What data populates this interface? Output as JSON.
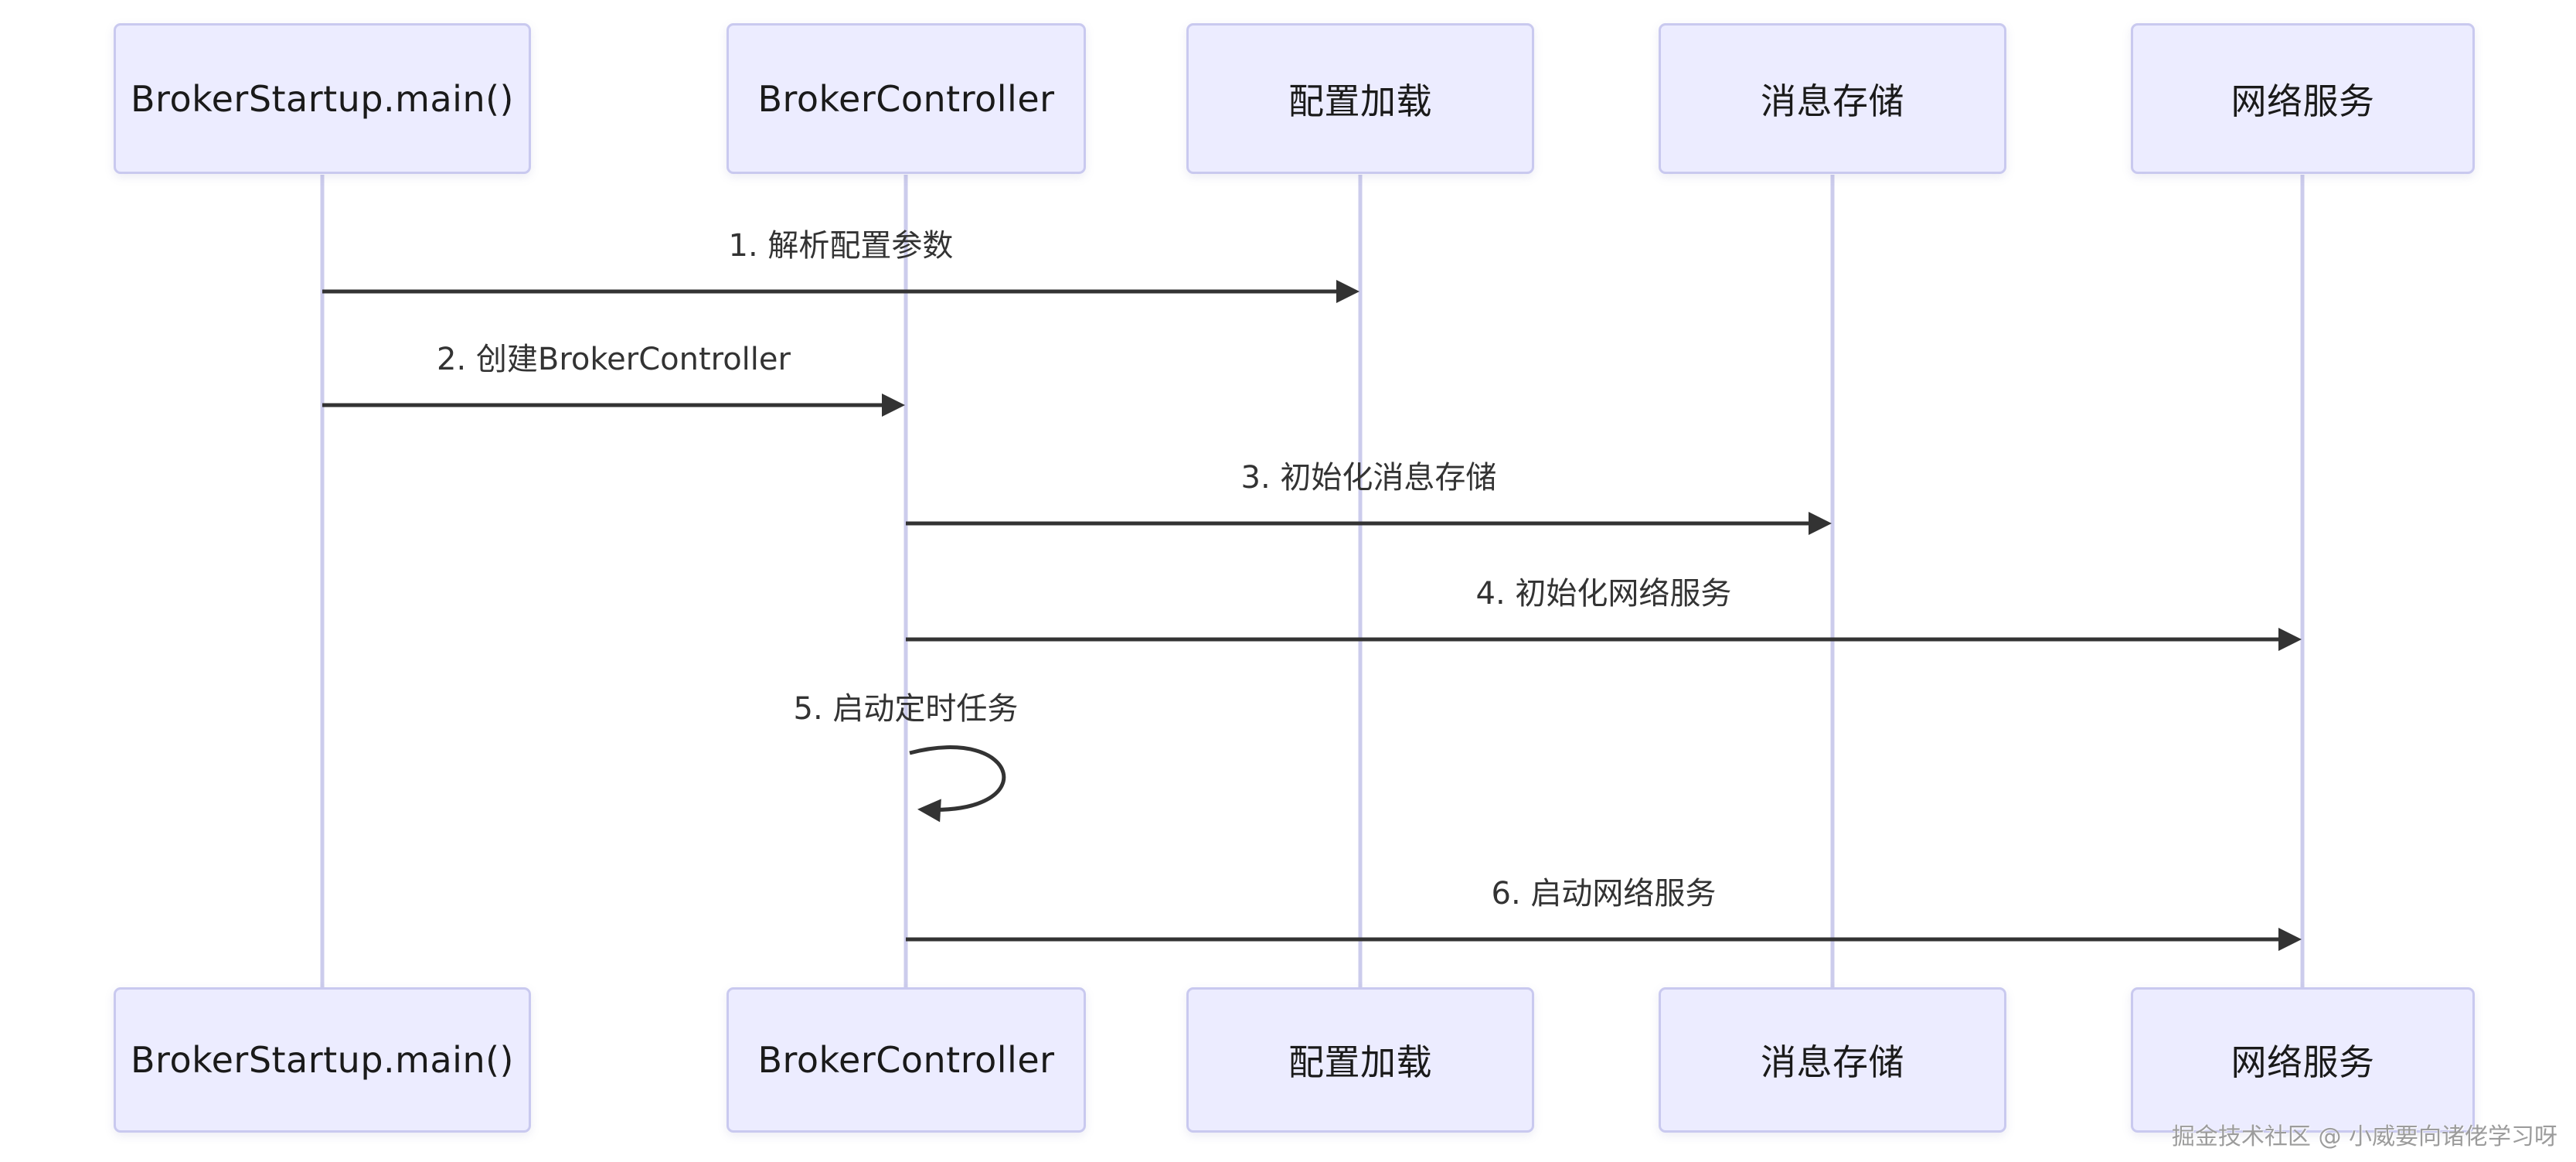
{
  "diagram_type": "sequence",
  "actors": [
    {
      "id": "broker-startup",
      "label": "BrokerStartup.main()"
    },
    {
      "id": "broker-controller",
      "label": "BrokerController"
    },
    {
      "id": "config-loader",
      "label": "配置加载"
    },
    {
      "id": "message-store",
      "label": "消息存储"
    },
    {
      "id": "network-service",
      "label": "网络服务"
    }
  ],
  "messages": [
    {
      "seq": "1",
      "label": "1. 解析配置参数",
      "from": "BrokerStartup.main()",
      "to": "配置加载",
      "style": "solid-arrow"
    },
    {
      "seq": "2",
      "label": "2. 创建BrokerController",
      "from": "BrokerStartup.main()",
      "to": "BrokerController",
      "style": "solid-arrow"
    },
    {
      "seq": "3",
      "label": "3. 初始化消息存储",
      "from": "BrokerController",
      "to": "消息存储",
      "style": "solid-arrow"
    },
    {
      "seq": "4",
      "label": "4. 初始化网络服务",
      "from": "BrokerController",
      "to": "网络服务",
      "style": "solid-arrow"
    },
    {
      "seq": "5",
      "label": "5. 启动定时任务",
      "from": "BrokerController",
      "to": "BrokerController",
      "style": "self-loop"
    },
    {
      "seq": "6",
      "label": "6. 启动网络服务",
      "from": "BrokerController",
      "to": "网络服务",
      "style": "solid-arrow"
    }
  ],
  "watermark": "掘金技术社区 @ 小威要向诸佬学习呀",
  "theme": {
    "actor-fill": "#ECECFF",
    "actor-border": "#C9C9EF",
    "lifeline": "#CCCCEC",
    "arrow": "#333333",
    "text": "#333333",
    "actor-text": "#1A1A1A",
    "watermark": "#9C9C9C",
    "background": "#FFFFFF"
  }
}
